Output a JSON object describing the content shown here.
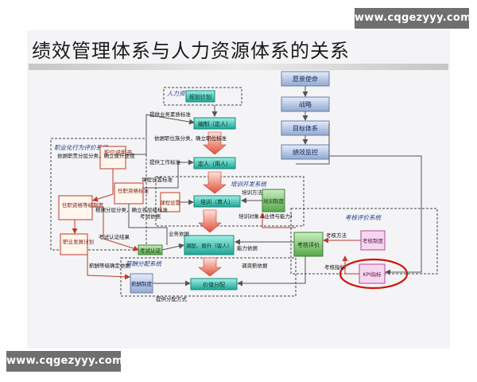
{
  "watermark": "www.cqgezyyy.com",
  "title": "绩效管理体系与人力资源体系的关系",
  "systems": {
    "hr_planning": "人力资源规划系统",
    "career": "职业化行为评价系统",
    "training": "培训开发系统",
    "compensation": "薪酬分配系统",
    "assessment": "考核评价系统"
  },
  "boxes": {
    "vision": "愿景使命",
    "strategy": "战略",
    "goal_system": "目标体系",
    "perf_monitor": "绩效监控",
    "planning": "规划计划",
    "headcount": "编制（定人）",
    "staffing": "定人（用人）",
    "job_desc": "职位说明书",
    "qualification_std": "任职资格标准",
    "qualification_grade": "任职资格等级制度",
    "career_plan": "职业发展计划",
    "cert": "考试认证",
    "course": "课程设置",
    "training_inst": "培训制度",
    "train_people": "培训（育人）",
    "adjust": "调配、晋升（留人）",
    "assess_eval": "考核评价",
    "assess_system": "考核制度",
    "kpi": "KPI指标",
    "comp_system": "薪酬制度",
    "comp_dist": "价值分配"
  },
  "labels": {
    "provide_business": "提供业务素质标准",
    "by_job": "依据职位族分类，确立职位标准",
    "provide_work": "提供工作标准",
    "by_job_ladder": "依据职责分层分类，确立晋升途径",
    "by_level": "根据分层分类，确立各层级标准",
    "course_std": "课程设置标准",
    "exam_basis": "考试依据",
    "training_method": "培训方法",
    "training_target": "培训对象（业绩与能力）",
    "exam_cert_result": "考试认证结果",
    "business_basis": "业务依据",
    "ability_basis": "能力依据",
    "assess_method": "考核方法",
    "assess_index": "考核指标",
    "comp_grade": "薪酬等级确定依据",
    "comp_adjust": "调资薪依据",
    "provide_method": "提供分配方式"
  }
}
